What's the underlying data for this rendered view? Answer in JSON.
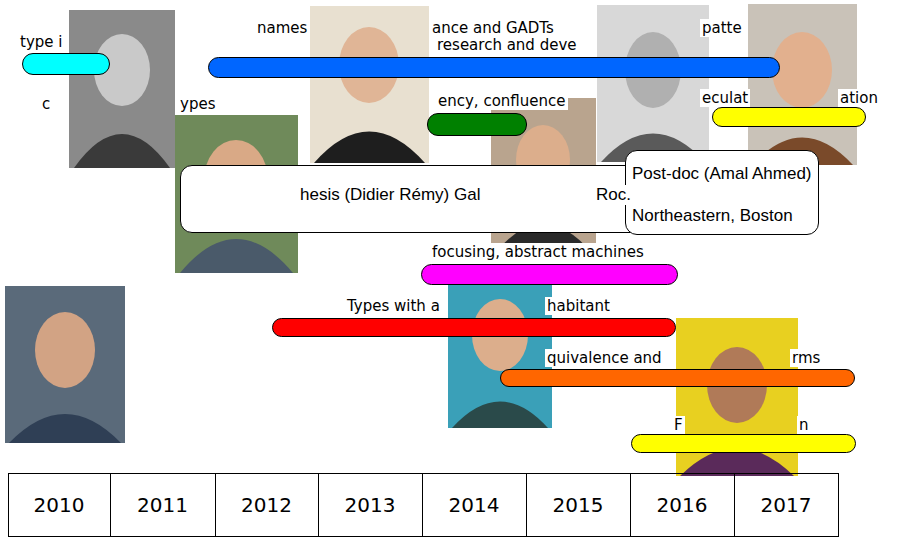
{
  "diagram": {
    "nodes": [
      {
        "text": [
          "type i"
        ]
      },
      {
        "text": [
          "names",
          "ance and GADTs",
          "research and deve",
          "patte"
        ]
      },
      {
        "text": [
          "ency, confluence"
        ]
      },
      {
        "text": [
          "eculat",
          "ation"
        ]
      },
      {
        "text": [
          "hesis (Didier Rémy)  Gal",
          "Roc."
        ]
      },
      {
        "text": [
          "Post-doc (Amal Ahmed)",
          "Northeastern, Boston"
        ]
      },
      {
        "text": [
          "focusing, abstract machines"
        ]
      },
      {
        "text": [
          "Types with a",
          "habitant"
        ]
      },
      {
        "text": [
          "quivalence and",
          "rms"
        ]
      },
      {
        "text": [
          "F",
          "n"
        ]
      }
    ],
    "labels": [
      "c",
      "ypes",
      "2010",
      "2011",
      "2012",
      "2013",
      "2014",
      "2015",
      "2016",
      "2017"
    ]
  }
}
